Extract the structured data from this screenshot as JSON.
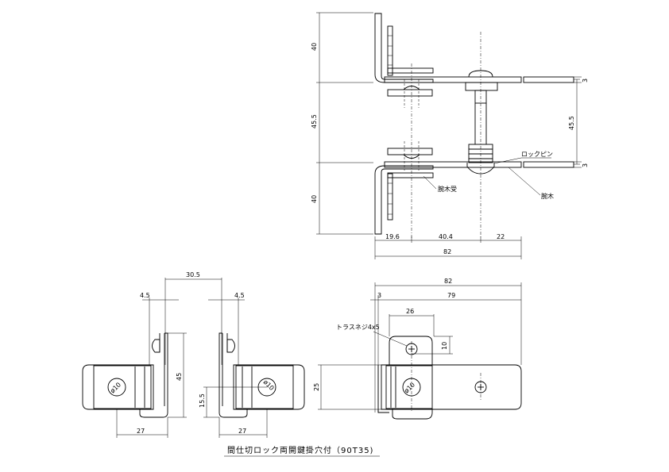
{
  "caption": "間仕切ロック両開鍵掛穴付（90T35)",
  "labels": {
    "lock_pin": "ロックピン",
    "arm_wood_receiver": "腕木受",
    "arm_wood": "腕木",
    "truss_screw": "トラスネジ4x5"
  },
  "dims": {
    "top_h_upper": "40",
    "top_h_mid": "45.5",
    "top_h_lower": "40",
    "top_h_right_mid": "45.5",
    "top_t_upper": "3",
    "top_t_lower": "3",
    "top_w_a": "19.6",
    "top_w_b": "40.4",
    "top_w_c": "22",
    "top_w_total": "82",
    "bl_pitch": "30.5",
    "bl_thick_l": "4.5",
    "bl_thick_r": "4.5",
    "bl_height": "45",
    "bl_hole_h": "15.5",
    "bl_width_l": "27",
    "bl_width_r": "27",
    "bl_hole_l": "ø10",
    "bl_hole_r": "ø10",
    "br_total": "82",
    "br_offset": "3",
    "br_span": "79",
    "br_plate_w": "26",
    "br_screw_off": "10",
    "br_height": "25",
    "br_hole": "ø10"
  }
}
